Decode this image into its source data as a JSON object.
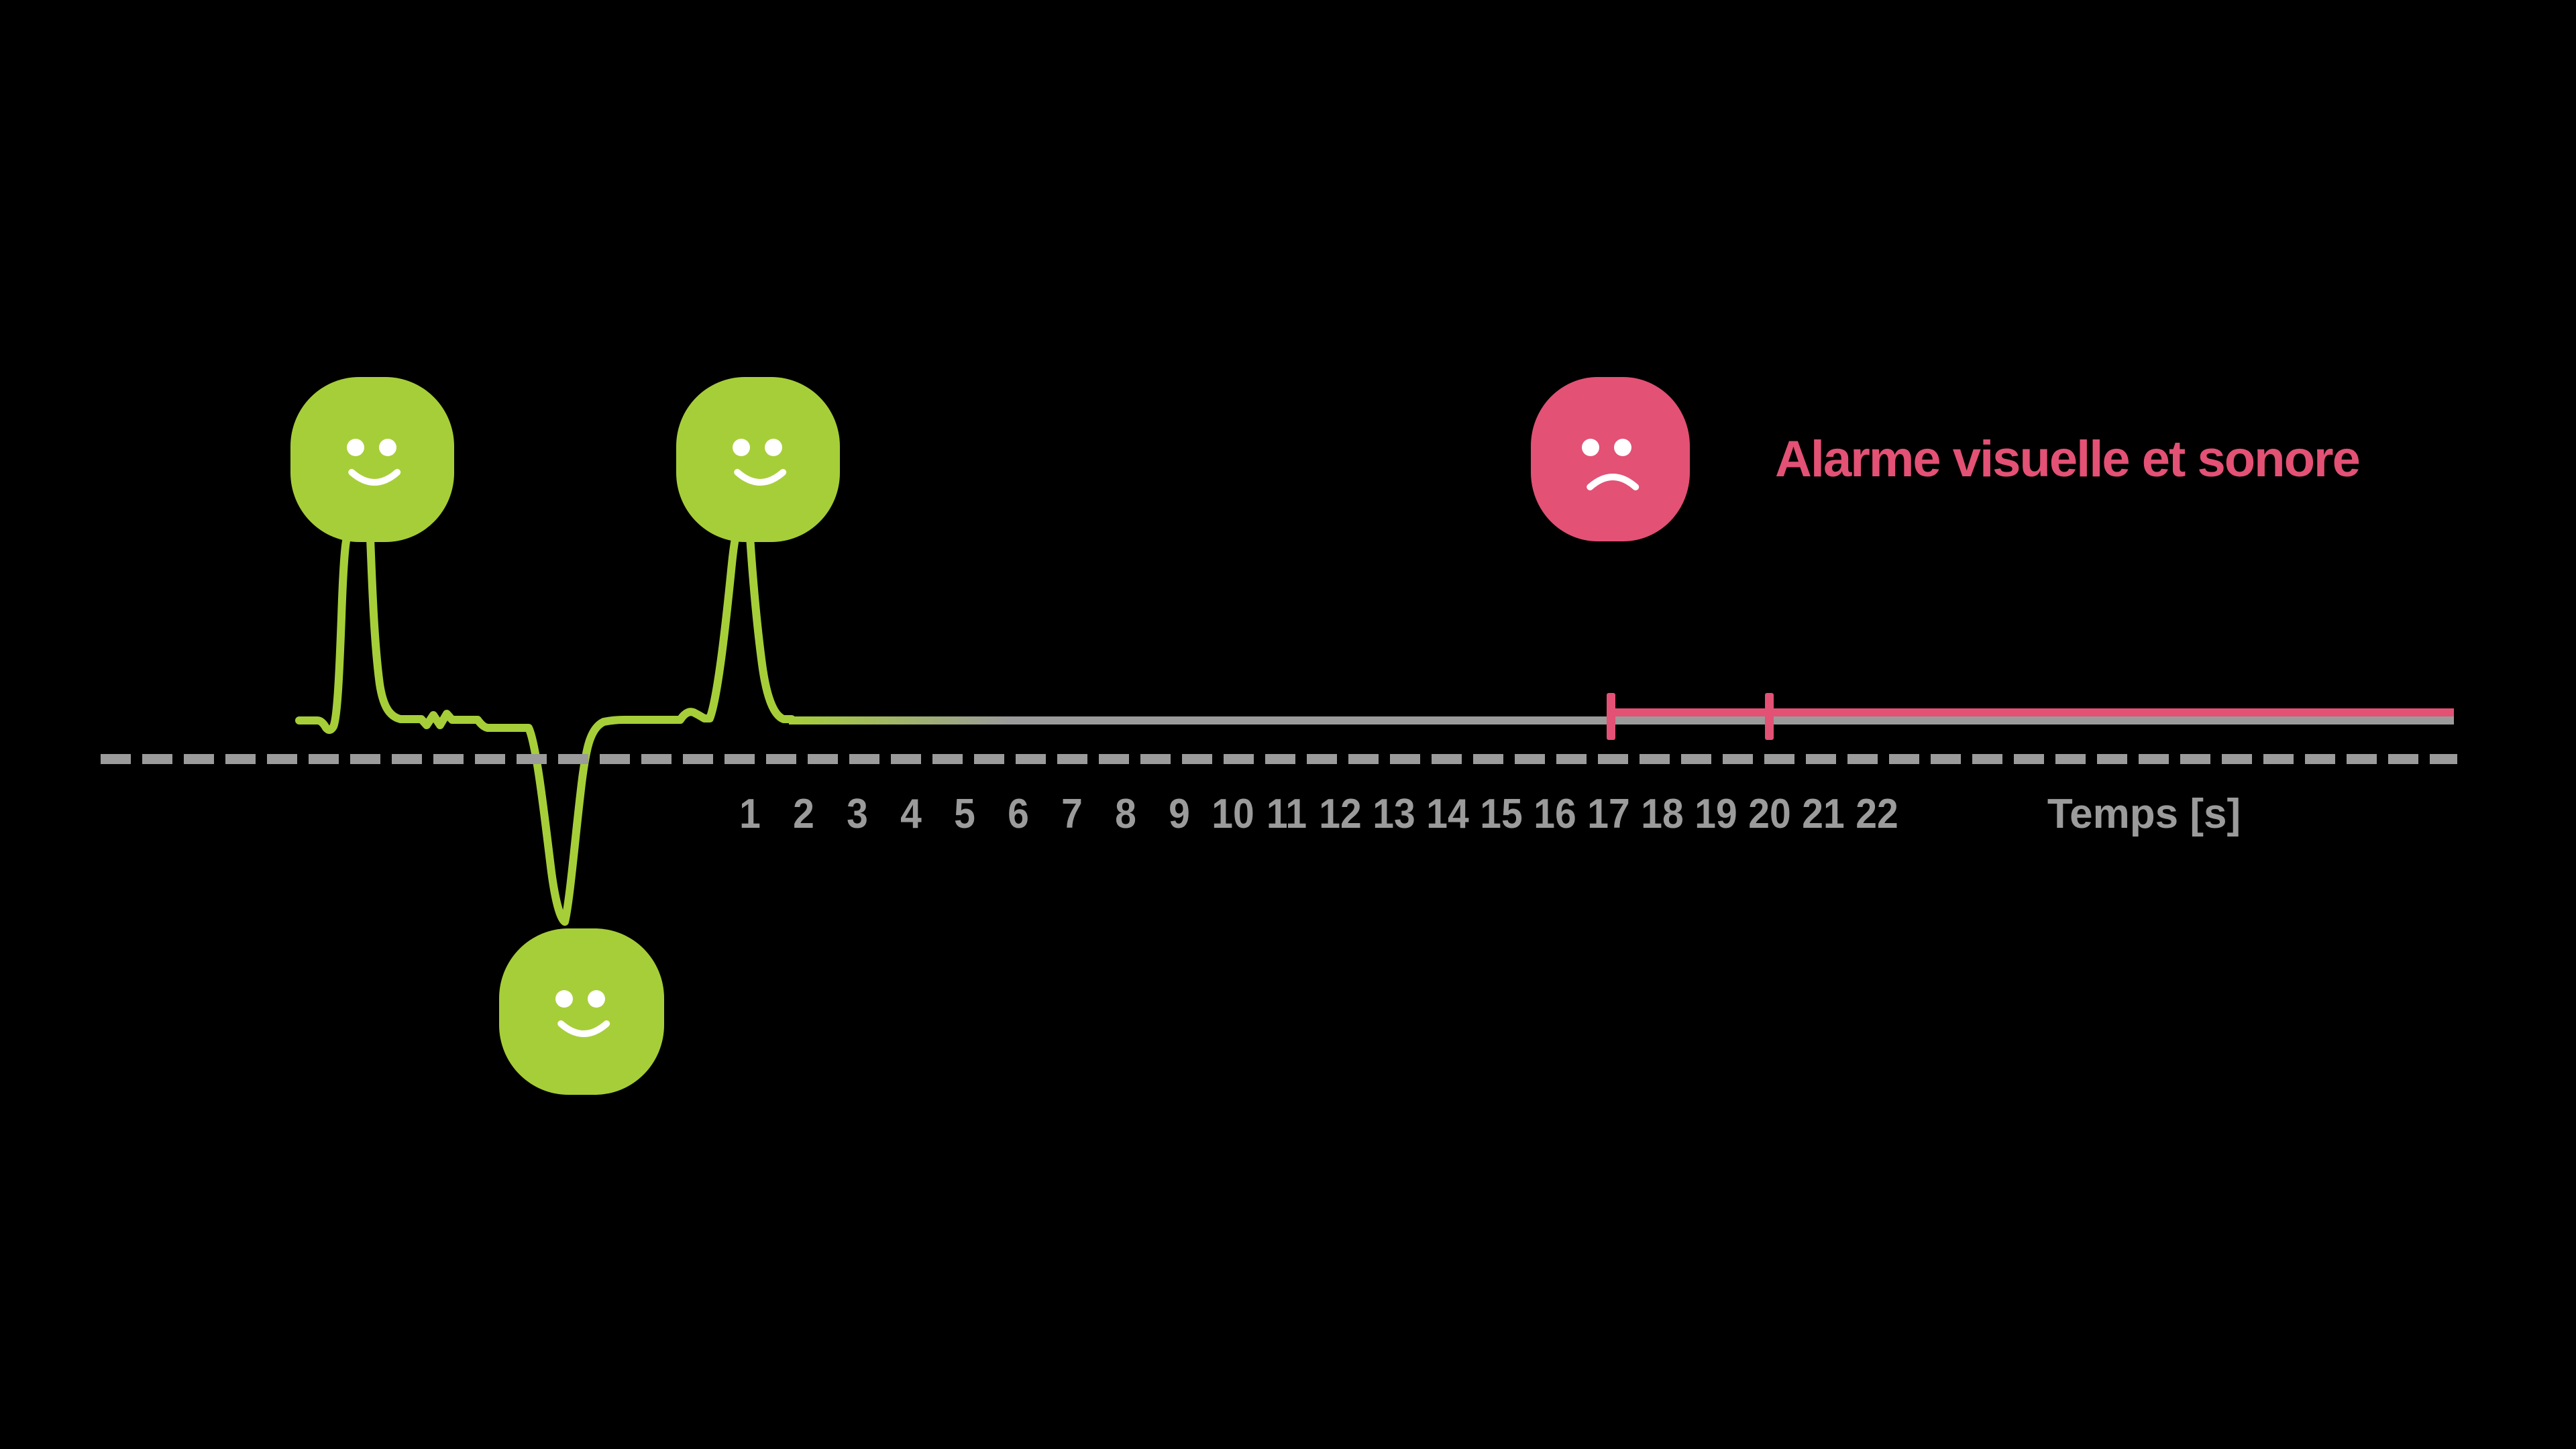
{
  "background": "#000000",
  "colors": {
    "breath_green": "#a6ce39",
    "alarm_pink": "#e35175",
    "axis_gray": "#9b9b9b",
    "face_features_white": "#ffffff"
  },
  "alarm": {
    "label": "Alarme visuelle et sonore",
    "tick_seconds": [
      17,
      20
    ]
  },
  "axis": {
    "label": "Temps [s]",
    "numbers": [
      "1",
      "2",
      "3",
      "4",
      "5",
      "6",
      "7",
      "8",
      "9",
      "10",
      "11",
      "12",
      "13",
      "14",
      "15",
      "16",
      "17",
      "18",
      "19",
      "20",
      "21",
      "22"
    ]
  },
  "faces": [
    {
      "id": "breath-1",
      "mood": "happy",
      "color": "green"
    },
    {
      "id": "breath-2",
      "mood": "happy",
      "color": "green"
    },
    {
      "id": "breath-3",
      "mood": "happy",
      "color": "green"
    },
    {
      "id": "alarm-face",
      "mood": "sad",
      "color": "pink"
    }
  ],
  "signal": {
    "description": "respiration trace: two upward breath spikes, one downward breath dip, then flatline until visual+audible alarm at 17 s"
  }
}
